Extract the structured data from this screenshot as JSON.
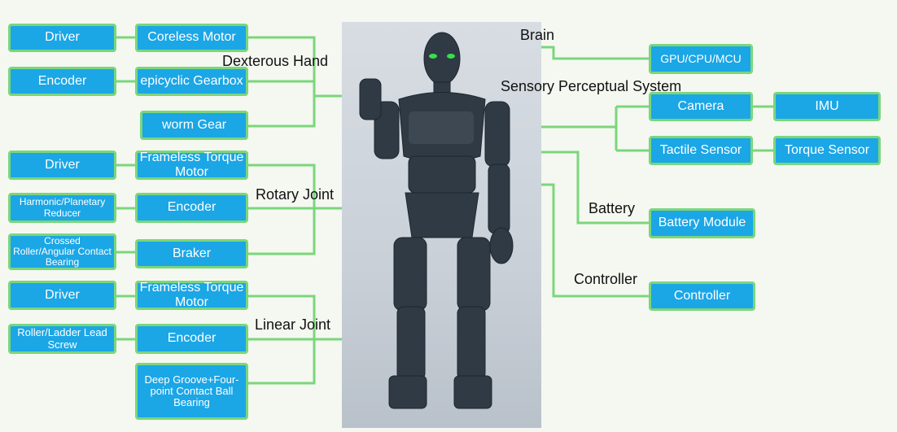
{
  "colors": {
    "box_fill": "#1ba6e6",
    "box_border": "#7bd67b",
    "line": "#7bd67b",
    "background": "#f4f8f1"
  },
  "labels": {
    "dexterous_hand": "Dexterous Hand",
    "rotary_joint": "Rotary Joint",
    "linear_joint": "Linear Joint",
    "brain": "Brain",
    "sensory": "Sensory Perceptual System",
    "battery": "Battery",
    "controller": "Controller"
  },
  "boxes": {
    "driver_1": "Driver",
    "coreless_motor": "Coreless Motor",
    "encoder_1": "Encoder",
    "epicyclic_gearbox": "epicyclic Gearbox",
    "worm_gear": "worm Gear",
    "driver_2": "Driver",
    "frameless_torque_motor_1": "Frameless Torque Motor",
    "harmonic_reducer": "Harmonic/Planetary Reducer",
    "encoder_2": "Encoder",
    "crossed_roller_bearing": "Crossed Roller/Angular Contact Bearing",
    "braker": "Braker",
    "driver_3": "Driver",
    "frameless_torque_motor_2": "Frameless Torque Motor",
    "roller_lead_screw": "Roller/Ladder Lead Screw",
    "encoder_3": "Encoder",
    "deep_groove_bearing": "Deep Groove+Four-point Contact Ball Bearing",
    "gpu_cpu_mcu": "GPU/CPU/MCU",
    "camera": "Camera",
    "imu": "IMU",
    "tactile_sensor": "Tactile Sensor",
    "torque_sensor": "Torque Sensor",
    "battery_module": "Battery Module",
    "controller": "Controller"
  },
  "image": {
    "subject": "humanoid-robot"
  }
}
